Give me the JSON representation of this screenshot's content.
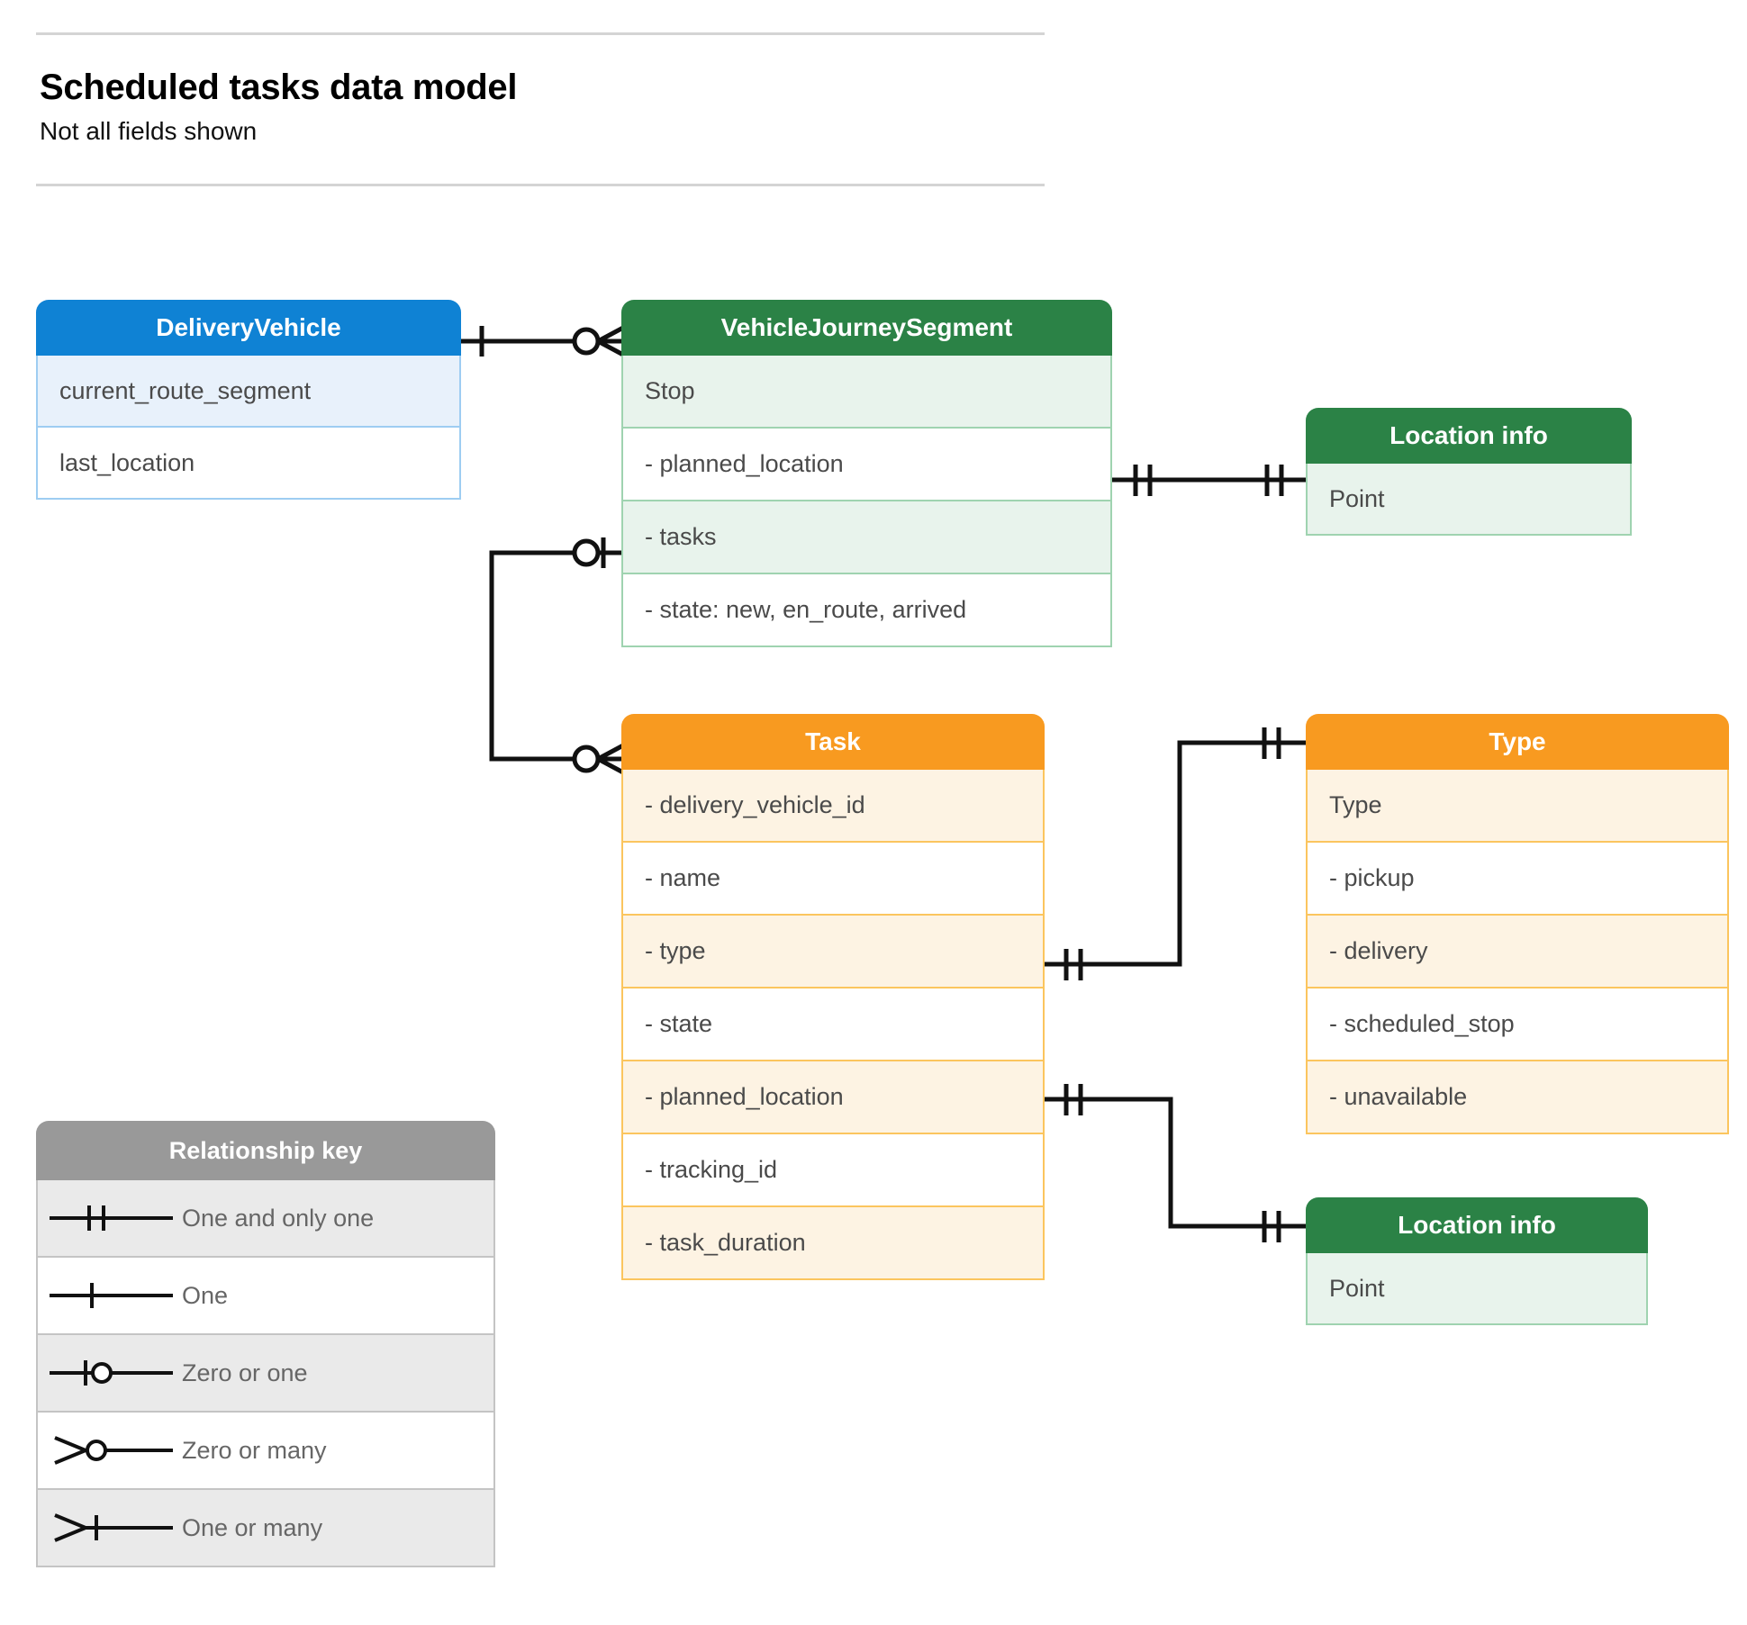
{
  "header": {
    "title": "Scheduled tasks data model",
    "subtitle": "Not all fields shown"
  },
  "colors": {
    "blue_header": "#0f82d4",
    "blue_row": "#e8f1fb",
    "green_header": "#2b8246",
    "green_row": "#e8f3ec",
    "orange_header": "#f89a20",
    "orange_row": "#fdf3e3",
    "grey_header": "#999999",
    "grey_row": "#eaeaea",
    "connector": "#111111"
  },
  "entities": {
    "delivery_vehicle": {
      "title": "DeliveryVehicle",
      "rows": [
        {
          "label": "current_route_segment"
        },
        {
          "label": "last_location"
        }
      ]
    },
    "vehicle_journey_segment": {
      "title": "VehicleJourneySegment",
      "rows": [
        {
          "label": "Stop"
        },
        {
          "label": "-  planned_location"
        },
        {
          "label": "- tasks"
        },
        {
          "label": "- state: new, en_route, arrived"
        }
      ]
    },
    "location_info_top": {
      "title": "Location info",
      "rows": [
        {
          "label": "Point"
        }
      ]
    },
    "location_info_bottom": {
      "title": "Location info",
      "rows": [
        {
          "label": "Point"
        }
      ]
    },
    "task": {
      "title": "Task",
      "rows": [
        {
          "label": "- delivery_vehicle_id"
        },
        {
          "label": "- name"
        },
        {
          "label": "- type"
        },
        {
          "label": "- state"
        },
        {
          "label": "- planned_location"
        },
        {
          "label": "- tracking_id"
        },
        {
          "label": "- task_duration"
        }
      ]
    },
    "type": {
      "title": "Type",
      "rows": [
        {
          "label": "Type"
        },
        {
          "label": "-   pickup"
        },
        {
          "label": "-   delivery"
        },
        {
          "label": "-   scheduled_stop"
        },
        {
          "label": "-   unavailable"
        }
      ]
    }
  },
  "legend": {
    "title": "Relationship key",
    "items": [
      {
        "label": "One and only one",
        "symbol": "one-and-only-one-symbol"
      },
      {
        "label": "One",
        "symbol": "one-symbol"
      },
      {
        "label": "Zero or one",
        "symbol": "zero-or-one-symbol"
      },
      {
        "label": "Zero or many",
        "symbol": "zero-or-many-symbol"
      },
      {
        "label": "One or many",
        "symbol": "one-or-many-symbol"
      }
    ]
  },
  "relationships": [
    {
      "name": "deliveryvehicle-to-vehiclejourneysegment",
      "from": "DeliveryVehicle",
      "from_cardinality": "One",
      "to": "VehicleJourneySegment",
      "to_cardinality": "Zero or many"
    },
    {
      "name": "vehiclejourneysegment-tasks-to-task",
      "from": "VehicleJourneySegment.tasks",
      "from_cardinality": "Zero or one",
      "to": "Task",
      "to_cardinality": "Zero or many"
    },
    {
      "name": "vehiclejourneysegment-plannedlocation-to-locationinfo",
      "from": "VehicleJourneySegment.planned_location",
      "from_cardinality": "One and only one",
      "to": "Location info",
      "to_cardinality": "One and only one"
    },
    {
      "name": "task-type-to-type",
      "from": "Task.type",
      "from_cardinality": "One and only one",
      "to": "Type",
      "to_cardinality": "One and only one"
    },
    {
      "name": "task-plannedlocation-to-locationinfo",
      "from": "Task.planned_location",
      "from_cardinality": "One and only one",
      "to": "Location info",
      "to_cardinality": "One and only one"
    }
  ]
}
